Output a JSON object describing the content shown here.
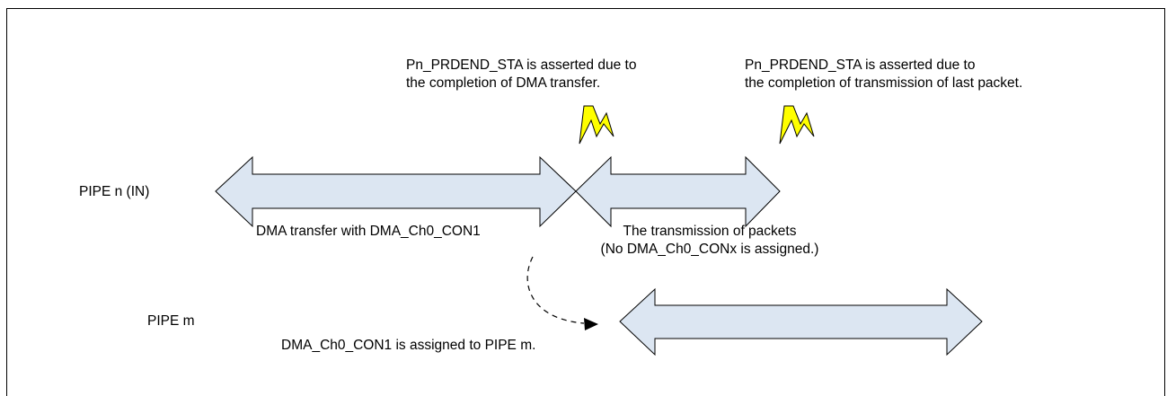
{
  "annotations": {
    "dma_end_line1": "Pn_PRDEND_STA is asserted due to",
    "dma_end_line2": "the completion of DMA transfer.",
    "tx_end_line1": "Pn_PRDEND_STA is asserted due to",
    "tx_end_line2": "the completion of transmission of last packet."
  },
  "rows": {
    "pipe_n_label": "PIPE n (IN)",
    "pipe_m_label": "PIPE m"
  },
  "segments": {
    "dma_transfer": "DMA transfer with DMA_Ch0_CON1",
    "tx_line1": "The transmission of packets",
    "tx_line2": "(No DMA_Ch0_CONx is assigned.)",
    "assigned": "DMA_Ch0_CON1 is assigned to PIPE m."
  },
  "colors": {
    "arrow_fill": "#dce6f2",
    "lightning_fill": "#ffff00",
    "stroke": "#000000"
  },
  "icons": [
    "lightning-icon",
    "double-arrow-icon",
    "dashed-curved-arrow-icon"
  ]
}
